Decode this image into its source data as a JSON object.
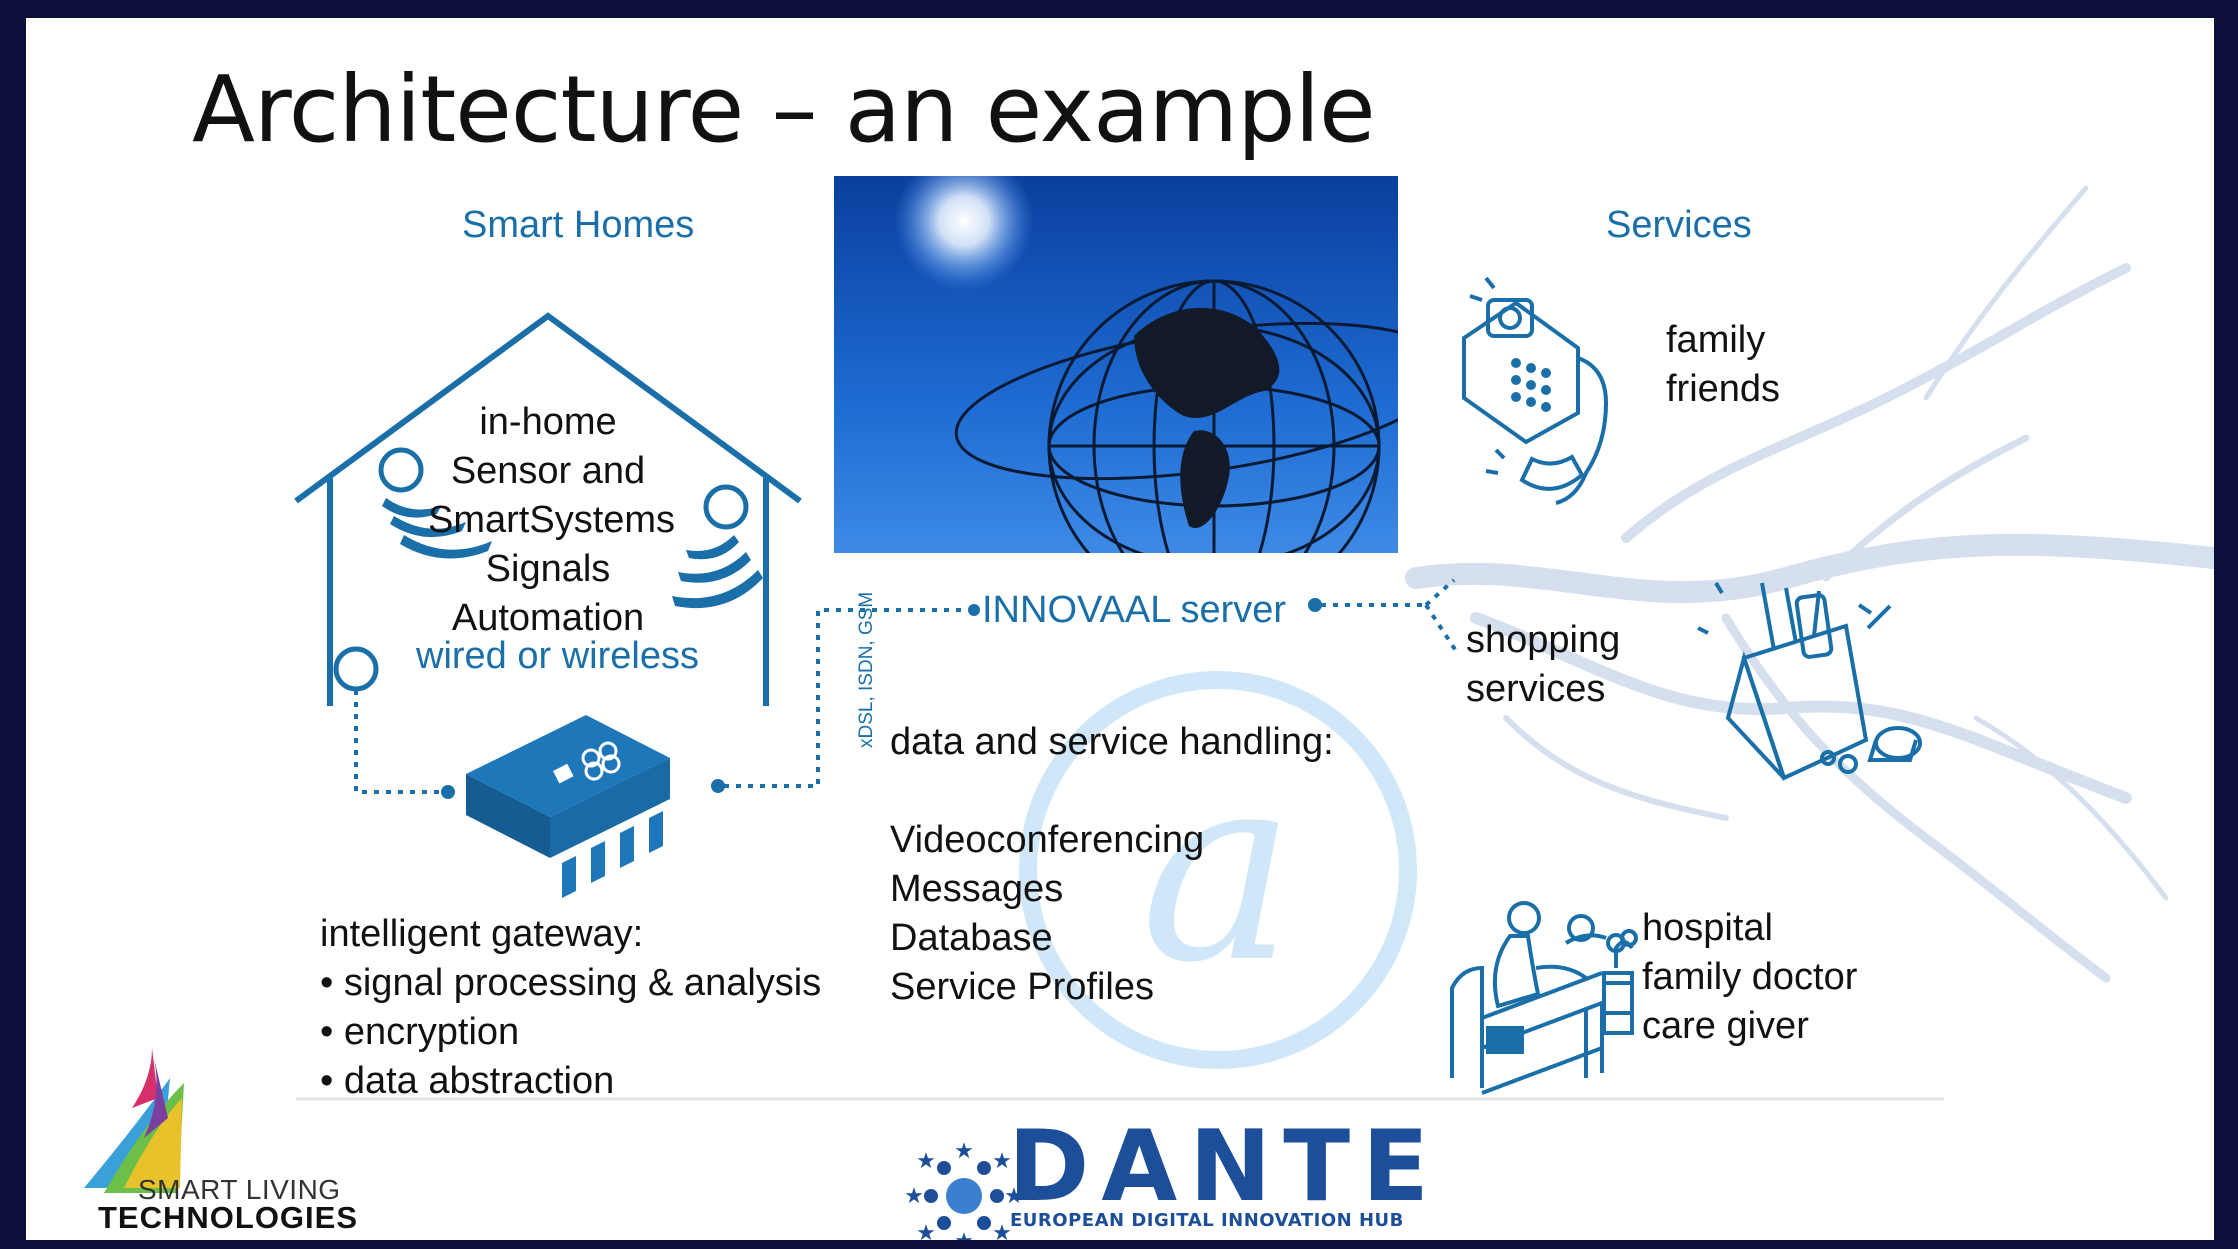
{
  "slide": {
    "title": "Architecture – an example",
    "colors": {
      "accent_blue": "#1a6fa8",
      "frame": "#0b0f3a",
      "dante_blue": "#1d4e99"
    }
  },
  "smart_homes": {
    "heading": "Smart Homes",
    "house_lines": [
      "in-home",
      "Sensor and",
      "SmartSystems",
      "Signals",
      "Automation"
    ],
    "connection": "wired or wireless",
    "gateway_title": "intelligent gateway:",
    "gateway_features": [
      "• signal processing & analysis",
      "• encryption",
      "• data abstraction"
    ],
    "icons": [
      "house-icon",
      "signal-wave-icon",
      "gateway-chip-icon"
    ]
  },
  "server": {
    "label": "INNOVAAL server",
    "link_label": "xDSL, ISDN, GSM",
    "handling_title": "data and service handling:",
    "handling_items": [
      "Videoconferencing",
      "Messages",
      "Database",
      "Service Profiles"
    ],
    "icons": [
      "globe-photo",
      "at-sign-icon"
    ]
  },
  "services": {
    "heading": "Services",
    "groups": [
      {
        "icon": "telephone-icon",
        "lines": [
          "family",
          "friends"
        ]
      },
      {
        "icon": "shopping-bag-icon",
        "lines": [
          "shopping",
          "services"
        ]
      },
      {
        "icon": "hospital-bed-icon",
        "lines": [
          "hospital",
          "family doctor",
          "care giver"
        ]
      }
    ]
  },
  "footer": {
    "left_logo_line1": "SMART LIVING",
    "left_logo_line2": "TECHNOLOGIES",
    "center_logo_title": "DANTE",
    "center_logo_subtitle": "EUROPEAN DIGITAL INNOVATION HUB"
  }
}
